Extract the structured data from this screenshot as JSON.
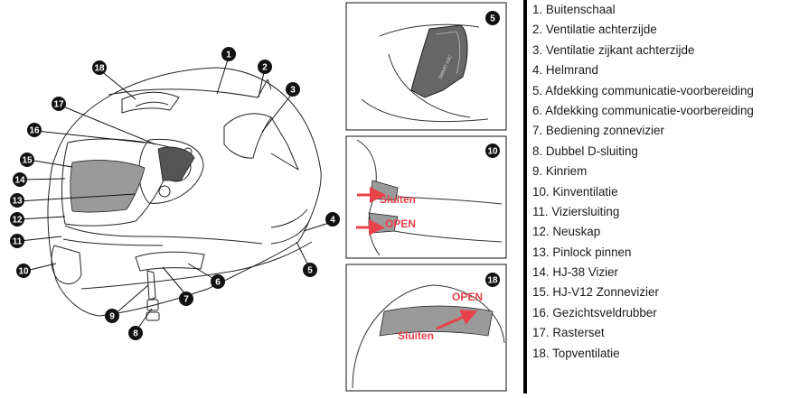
{
  "legend": {
    "items": [
      "1. Buitenschaal",
      "2. Ventilatie achterzijde",
      "3. Ventilatie zijkant achterzijde",
      "4. Helmrand",
      "5. Afdekking communicatie-voorbereiding",
      "6. Afdekking communicatie-voorbereiding",
      "7. Bediening zonnevizier",
      "8. Dubbel D-sluiting",
      "9. Kinriem",
      "10. Kinventilatie",
      "11. Viziersluiting",
      "12. Neuskap",
      "13. Pinlock pinnen",
      "14. HJ-38 Vizier",
      "15. HJ-V12 Zonnevizier",
      "16. Gezichtsveldrubber",
      "17. Rasterset",
      "18. Topventilatie"
    ]
  },
  "callouts": [
    "1",
    "2",
    "3",
    "4",
    "5",
    "6",
    "7",
    "8",
    "9",
    "10",
    "11",
    "12",
    "13",
    "14",
    "15",
    "16",
    "17",
    "18"
  ],
  "insets": {
    "cover": {
      "number": "5",
      "printed_text": "SMART HJC"
    },
    "chin_vent": {
      "number": "10",
      "close_label": "Sluiten",
      "open_label": "OPEN"
    },
    "top_vent": {
      "number": "18",
      "close_label": "Sluiten",
      "open_label": "OPEN"
    }
  },
  "colors": {
    "arrow": "#e8424a",
    "line": "#222222",
    "shield": "#9a9a9a",
    "callout": "#111111"
  }
}
